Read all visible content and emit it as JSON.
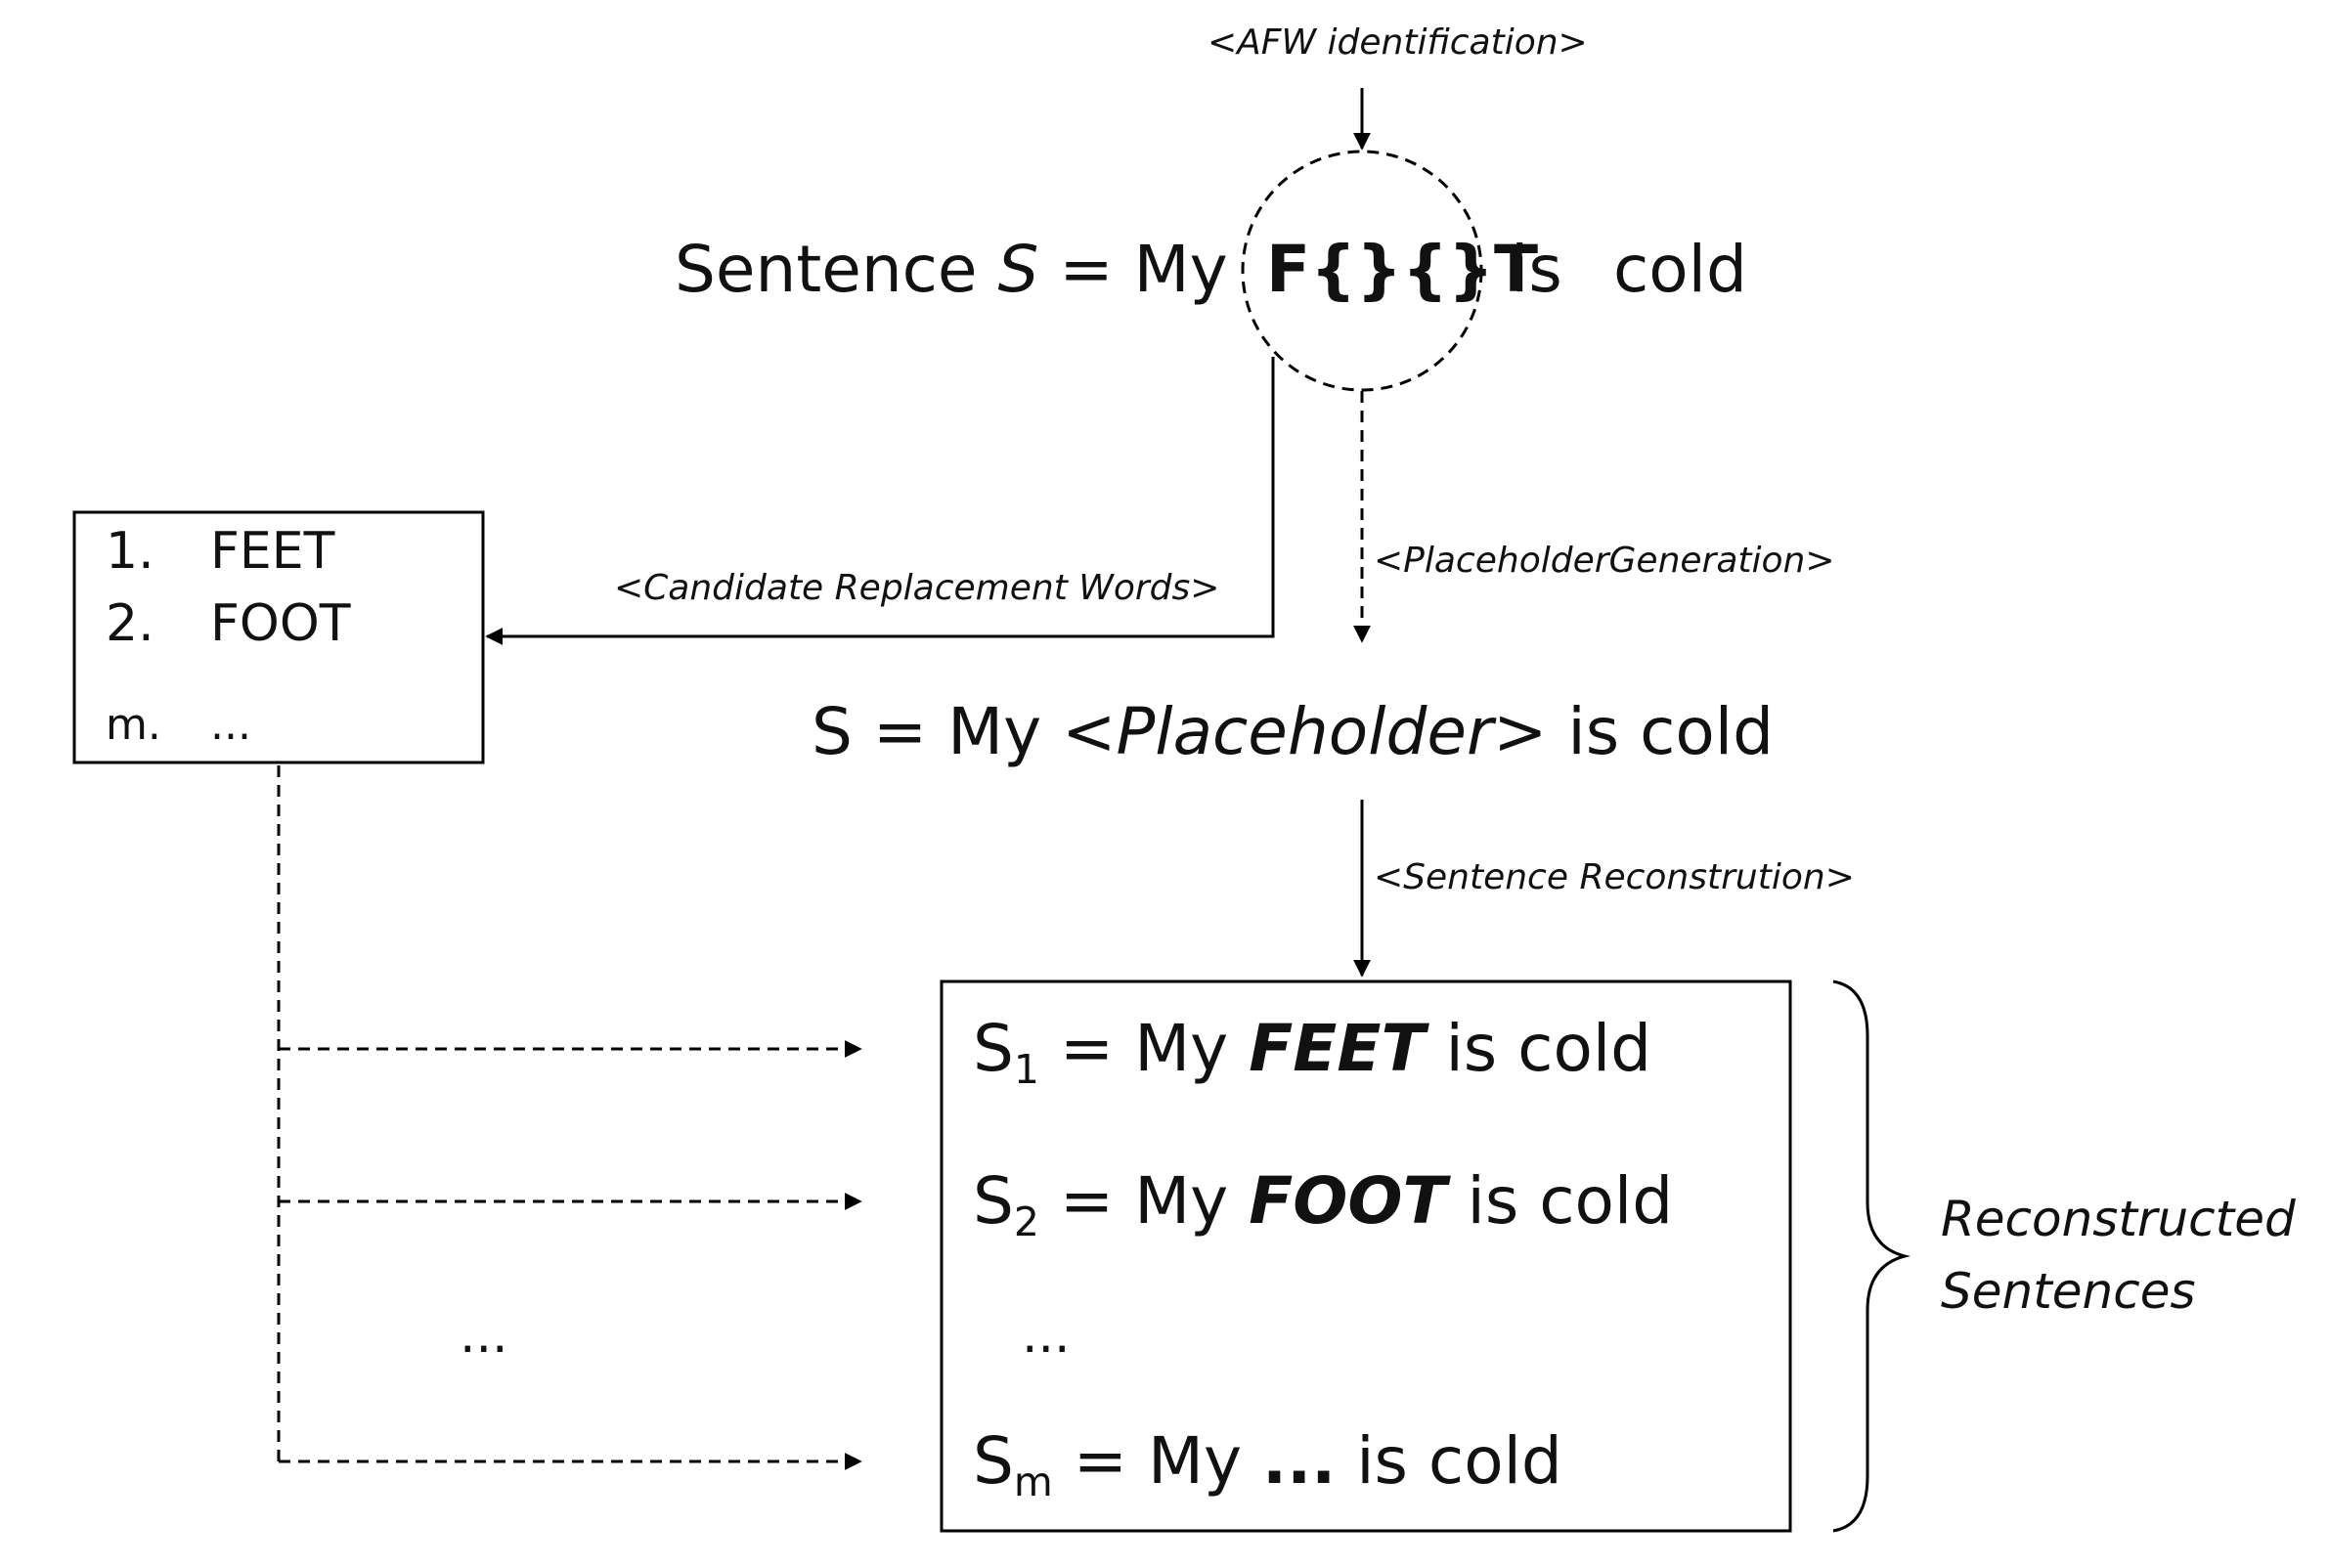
{
  "labels": {
    "afw_identification": "<AFW identification>",
    "candidate_replacement_words": "<Candidate Replacement Words>",
    "placeholder_generation": "<PlaceholderGeneration>",
    "sentence_reconstruction": "<Sentence Reconstrution>",
    "reconstructed_line1": "Reconstructed",
    "reconstructed_line2": "Sentences"
  },
  "sentence": {
    "prefix": "Sentence ",
    "var": "S",
    "eq_my": " = My",
    "masked_word": "F{}{}T",
    "is": "is",
    "cold": "cold"
  },
  "placeholder_sentence": {
    "prefix": "S = My  ",
    "placeholder": "<Placeholder>",
    "suffix": "  is  cold"
  },
  "candidates": [
    {
      "num": "1.",
      "word": "FEET"
    },
    {
      "num": "2.",
      "word": "FOOT"
    },
    {
      "num": "m.",
      "word": "..."
    }
  ],
  "middle_ellipsis": "...",
  "reconstructed": [
    {
      "s": "S",
      "sub": "1",
      "eq": " = My  ",
      "word": "FEET",
      "rest": " is  cold"
    },
    {
      "s": "S",
      "sub": "2",
      "eq": " = My  ",
      "word": "FOOT",
      "rest": " is  cold"
    },
    {
      "s": "",
      "sub": "",
      "eq": "...",
      "word": "",
      "rest": ""
    },
    {
      "s": "S",
      "sub": "m",
      "eq": " = My  ",
      "word": "...",
      "rest": "  is  cold"
    }
  ]
}
